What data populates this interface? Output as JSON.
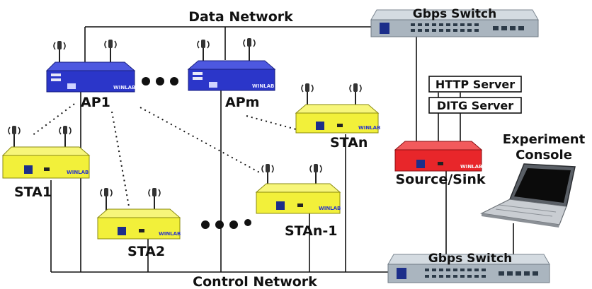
{
  "labels": {
    "data_network": "Data Network",
    "control_network": "Control Network",
    "switch_top": "Gbps Switch",
    "switch_bottom": "Gbps Switch",
    "http_server": "HTTP Server",
    "ditg_server": "DITG Server",
    "source_sink": "Source/Sink",
    "console_line1": "Experiment",
    "console_line2": "Console"
  },
  "access_points": [
    {
      "label": "AP1"
    },
    {
      "label": "APm"
    }
  ],
  "stations": [
    {
      "label": "STA1"
    },
    {
      "label": "STA2"
    },
    {
      "label": "STAn-1"
    },
    {
      "label": "STAn"
    }
  ],
  "device_brand": "WINLAB",
  "colors": {
    "ap": "#2b36c9",
    "station": "#f2f03a",
    "source_sink": "#e8262a",
    "switch": "#b9c3cc",
    "line": "#111111"
  }
}
